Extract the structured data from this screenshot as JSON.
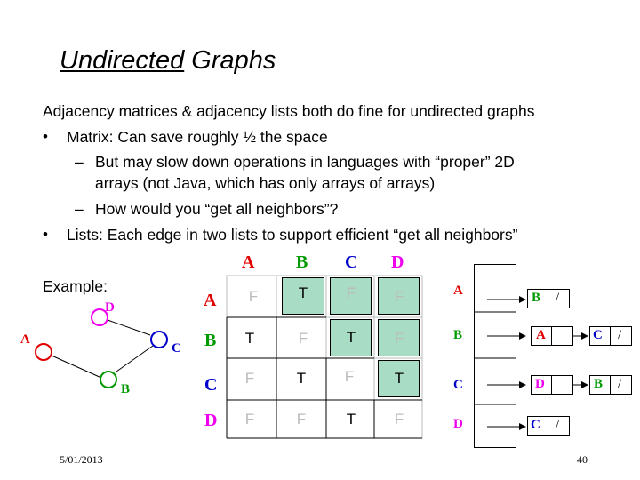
{
  "title": {
    "underlined": "Undirected",
    "rest": " Graphs"
  },
  "body": {
    "intro": "Adjacency matrices & adjacency lists both do fine for undirected graphs",
    "b1": "Matrix: Can save roughly ½ the space",
    "b1a_line1": "But may slow down operations in languages with “proper” 2D",
    "b1a_line2": "arrays (not Java, which has only arrays of arrays)",
    "b1b": "How would you “get all neighbors”?",
    "b2": "Lists: Each edge in two lists to support efficient “get all neighbors”",
    "bullet": "•",
    "dash": "–",
    "example": "Example:"
  },
  "colors": {
    "A": "#e00000",
    "B": "#009900",
    "C": "#0000cc",
    "D": "#ee00ee",
    "shade": "#a9dcc5"
  },
  "graph": {
    "nodes": [
      {
        "id": "A",
        "label": "A"
      },
      {
        "id": "B",
        "label": "B"
      },
      {
        "id": "C",
        "label": "C"
      },
      {
        "id": "D",
        "label": "D"
      }
    ],
    "edges": [
      [
        "A",
        "B"
      ],
      [
        "B",
        "C"
      ],
      [
        "C",
        "D"
      ]
    ]
  },
  "matrix": {
    "cols": [
      "A",
      "B",
      "C",
      "D"
    ],
    "rows": [
      "A",
      "B",
      "C",
      "D"
    ],
    "cells": [
      [
        "F",
        "T",
        "F",
        "F"
      ],
      [
        "T",
        "F",
        "T",
        "F"
      ],
      [
        "F",
        "T",
        "F",
        "T"
      ],
      [
        "F",
        "F",
        "T",
        "F"
      ]
    ]
  },
  "lists": {
    "rows": [
      {
        "label": "A",
        "items": [
          "B"
        ]
      },
      {
        "label": "B",
        "items": [
          "A",
          "C"
        ]
      },
      {
        "label": "C",
        "items": [
          "D",
          "B"
        ]
      },
      {
        "label": "D",
        "items": [
          "C"
        ]
      }
    ],
    "null_mark": "/"
  },
  "footer": {
    "date": "5/01/2013",
    "page": "40"
  }
}
